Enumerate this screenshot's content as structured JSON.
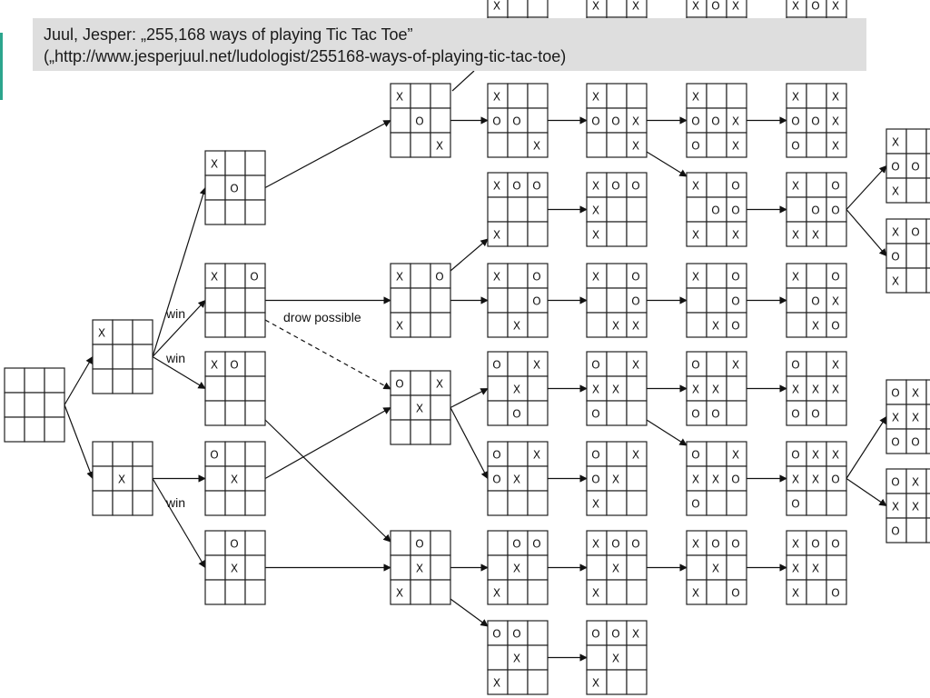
{
  "citation": {
    "line1": "Juul, Jesper: „255,168 ways of playing Tic Tac Toe”",
    "line2": "(„http://www.jesperjuul.net/ludologist/255168-ways-of-playing-tic-tac-toe)"
  },
  "labels": {
    "win_1": "win",
    "win_2": "win",
    "win_3": "win",
    "draw": "drow possible"
  },
  "boards": [
    {
      "id": "root",
      "cells": "         "
    },
    {
      "id": "b1a",
      "cells": "X        "
    },
    {
      "id": "b1b",
      "cells": "    X    "
    },
    {
      "id": "b2a",
      "cells": "X   O    "
    },
    {
      "id": "b2b",
      "cells": "X O      "
    },
    {
      "id": "b2c",
      "cells": "XO       "
    },
    {
      "id": "b2d",
      "cells": "O   X    "
    },
    {
      "id": "b2e",
      "cells": " O  X    "
    },
    {
      "id": "b3a",
      "cells": "X   O   X"
    },
    {
      "id": "b3b",
      "cells": "X O   X  "
    },
    {
      "id": "b3c",
      "cells": "O X X    "
    },
    {
      "id": "b3d",
      "cells": " O  X X  "
    },
    {
      "id": "c1",
      "cells": "X  OO   X"
    },
    {
      "id": "c2",
      "cells": "X  OOX  X"
    },
    {
      "id": "c3",
      "cells": "X  OOXO X"
    },
    {
      "id": "c4",
      "cells": "X XOOXO X"
    },
    {
      "id": "c5",
      "cells": "XOO   X  "
    },
    {
      "id": "c6",
      "cells": "XOOX  X  "
    },
    {
      "id": "c7",
      "cells": "X OO X   "
    },
    {
      "id": "c8",
      "cells": "X OOXO X "
    },
    {
      "id": "c9",
      "cells": "X OOOX X "
    },
    {
      "id": "c10",
      "cells": "X OOOXX X"
    },
    {
      "id": "c11",
      "cells": "X OOX X  "
    },
    {
      "id": "c12",
      "cells": "X O  X X "
    },
    {
      "id": "c13",
      "cells": "X OOXX  X"
    },
    {
      "id": "c14",
      "cells": "X OO  XOX"
    },
    {
      "id": "c15",
      "cells": "X OOX XOX"
    },
    {
      "id": "c16",
      "cells": "O X X  O "
    },
    {
      "id": "c17",
      "cells": "O XXX O  "
    },
    {
      "id": "c18",
      "cells": "O XXX OO "
    },
    {
      "id": "c19",
      "cells": "O XXXXOO "
    },
    {
      "id": "c20",
      "cells": "O XOX    "
    },
    {
      "id": "c21",
      "cells": "O XOX X  "
    },
    {
      "id": "c22",
      "cells": "O XXXOO  "
    },
    {
      "id": "c23",
      "cells": "OXXXXOO  "
    },
    {
      "id": "c24",
      "cells": " OO X X  "
    },
    {
      "id": "c25",
      "cells": "XOO X X  "
    },
    {
      "id": "c26",
      "cells": "XOO X X O"
    },
    {
      "id": "c27",
      "cells": "XOOXX X O"
    },
    {
      "id": "c28",
      "cells": "OO  X X  "
    },
    {
      "id": "c29",
      "cells": "OOX X X  "
    },
    {
      "id": "t1",
      "cells": "X  OO X  "
    },
    {
      "id": "t2",
      "cells": "X  OOX  X"
    },
    {
      "id": "t3",
      "cells": "XOXX  X  "
    },
    {
      "id": "t4",
      "cells": "XO O  X  "
    },
    {
      "id": "t5",
      "cells": "X OO XX  "
    },
    {
      "id": "t6",
      "cells": "XOOXXOX  "
    },
    {
      "id": "t7",
      "cells": "X  X OX  "
    },
    {
      "id": "t8",
      "cells": "X O  XOX "
    }
  ]
}
